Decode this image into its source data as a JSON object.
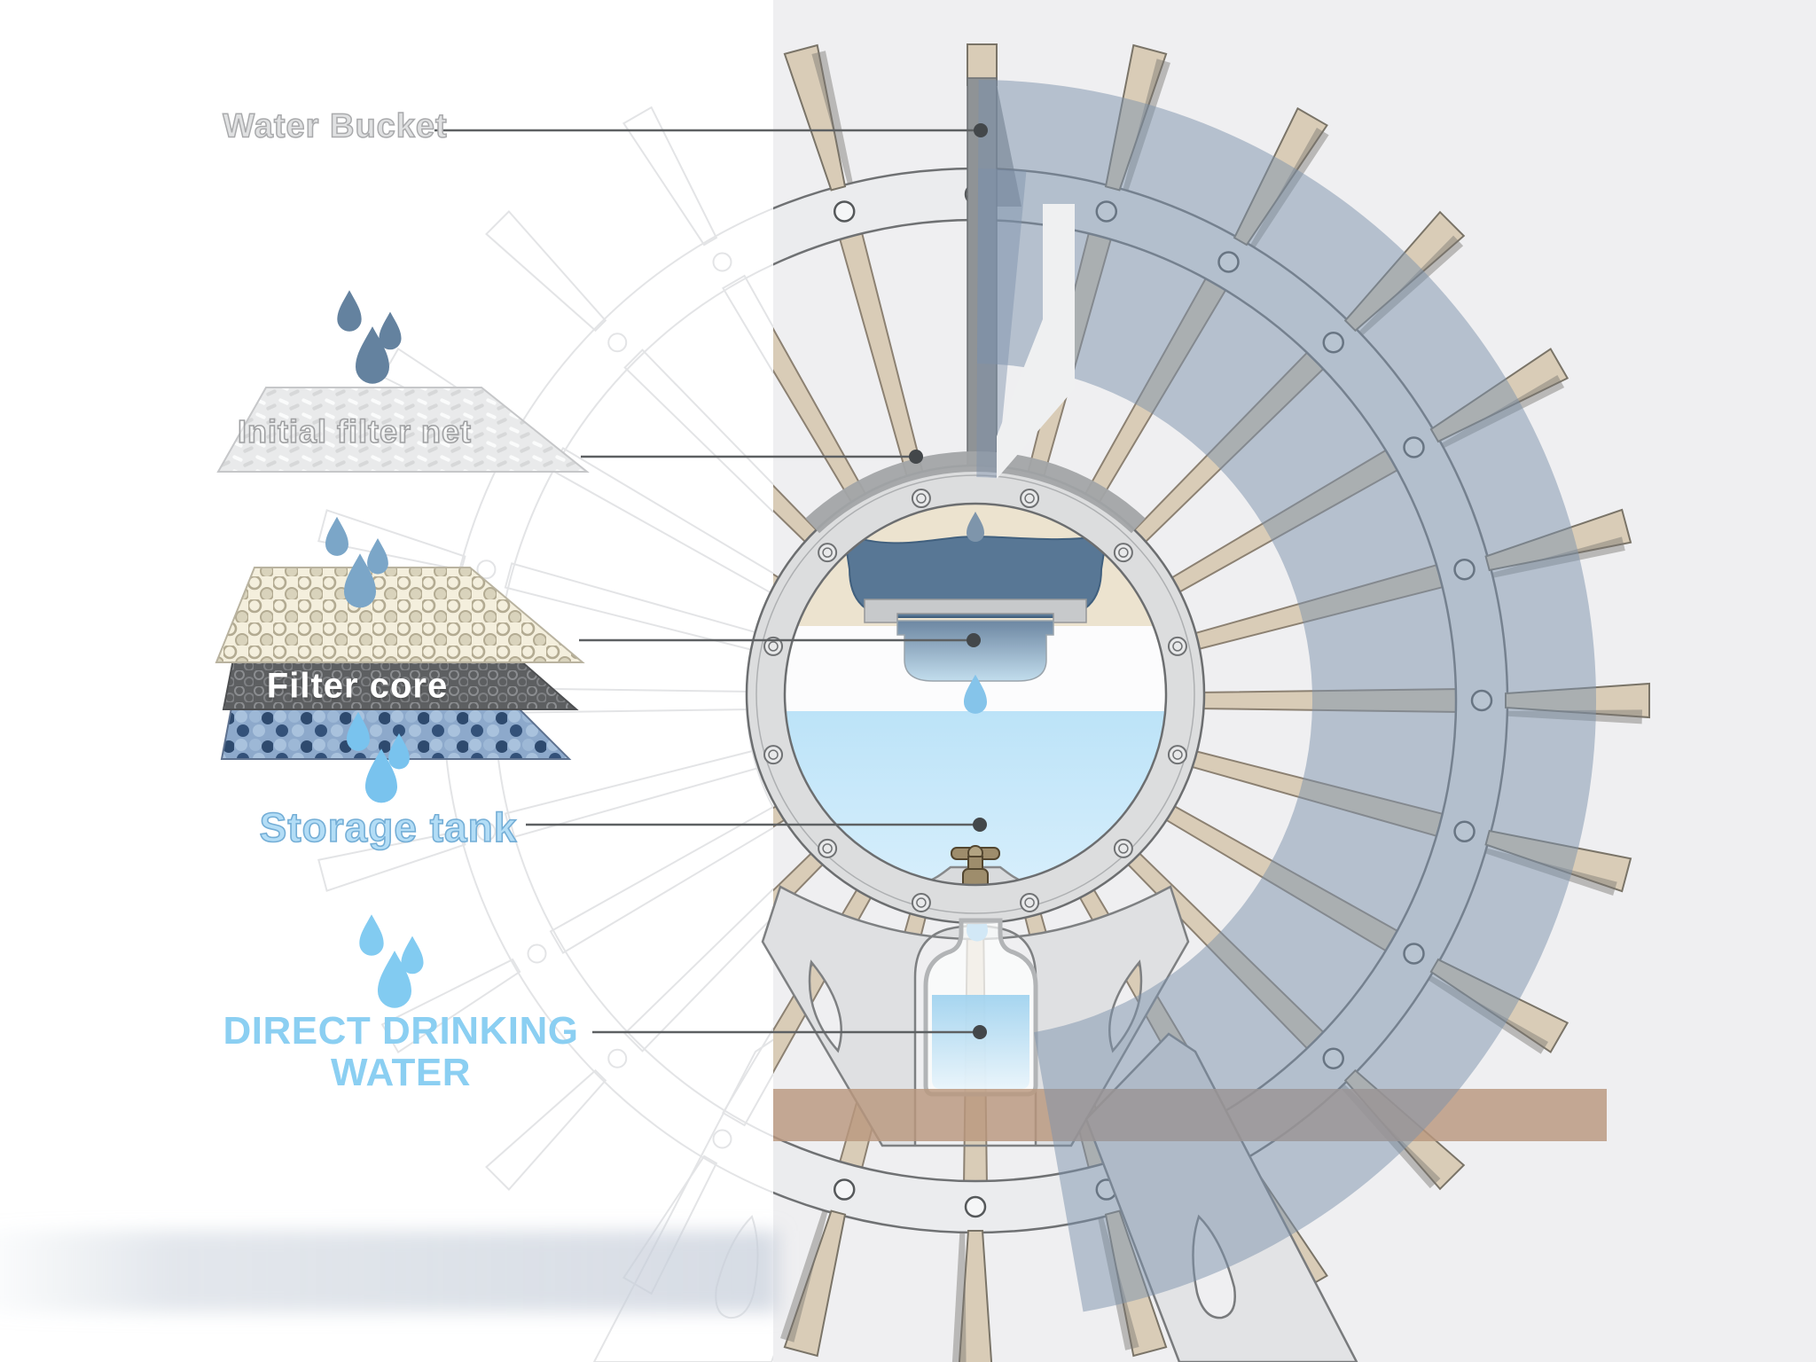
{
  "diagram": {
    "name": "water-wheel-purifier-diagram",
    "labels": {
      "water_bucket": "Water Bucket",
      "initial_filter_net": "Initial filter net",
      "filter_core": "Filter core",
      "storage_tank": "Storage tank",
      "direct_drinking_line1": "DIRECT DRINKING",
      "direct_drinking_line2": "WATER"
    },
    "icons": [
      "raw-water-drops-icon",
      "filtered-water-drops-icon",
      "stored-water-drops-icon",
      "drinking-water-drops-icon",
      "tap-icon",
      "bottle-icon"
    ],
    "colors": {
      "background_left": "#ffffff",
      "background_right": "#efeff1",
      "label_gray_fill": "#e0e1e2",
      "label_gray_stroke": "#a9aaac",
      "storage_text": "#b3ddf6",
      "storage_stroke": "#74aed6",
      "direct_text": "#8bcff2",
      "drops_raw": "#64829f",
      "drops_filtered": "#7ba6c8",
      "drops_stored": "#79c3ee",
      "drops_drinking": "#82cbf1",
      "spoke_tan": "#d9ccb7",
      "rim_fill": "#ebecee",
      "overlay_slate": "#7c91ab",
      "wood_plank": "#b9977e",
      "tray_water": "#587795",
      "tank_water_top": "#bce3f8",
      "tank_water_bottom": "#d8effc",
      "brass_tap": "#9e8d6c",
      "pointer_line": "#5d6062",
      "ghost_line": "#e3e4e6"
    }
  }
}
